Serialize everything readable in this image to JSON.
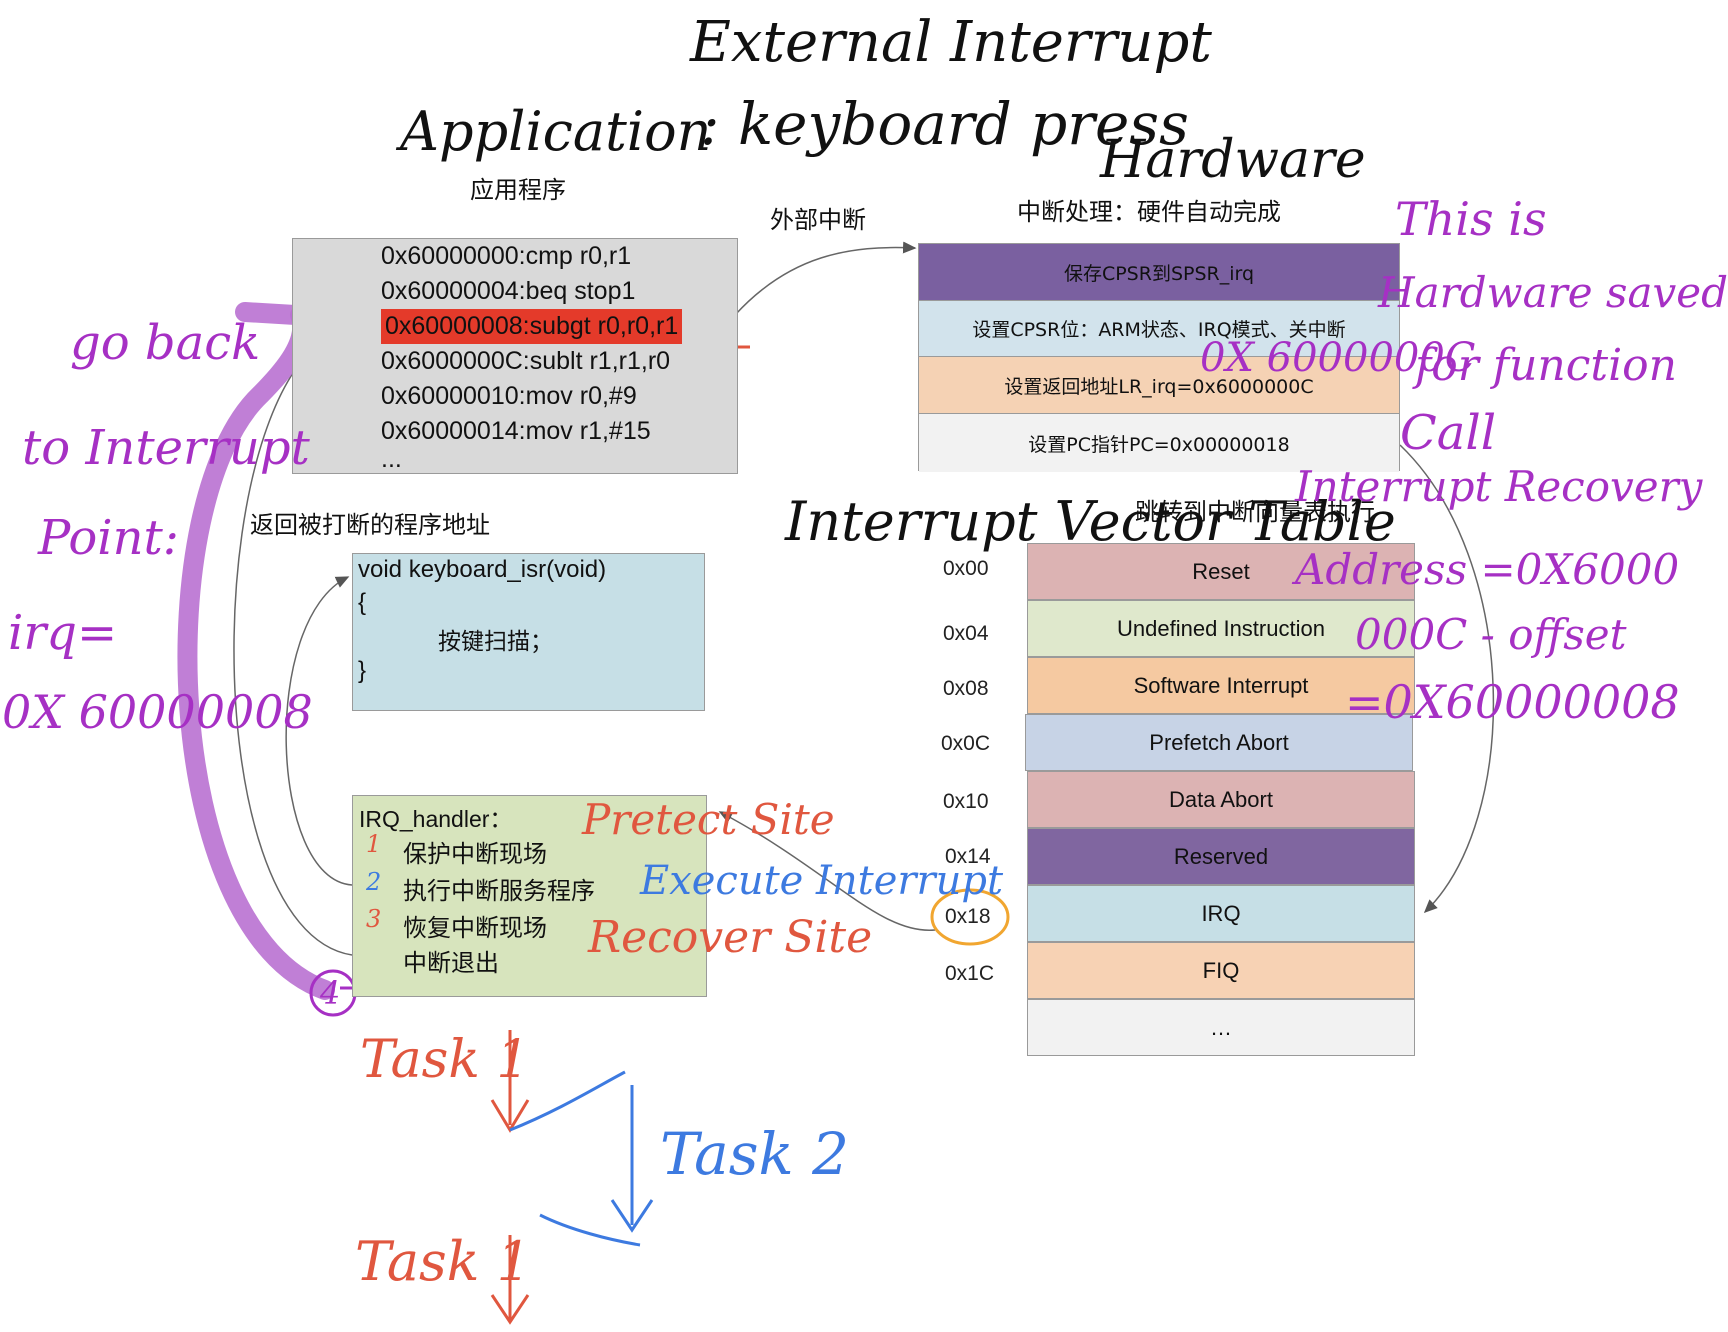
{
  "titles": {
    "external_interrupt": "External Interrupt",
    "keyboard_press": ": keyboard press",
    "application": "Application",
    "hardware": "Hardware",
    "interrupt_vector_table": "Interrupt Vector Table"
  },
  "labels": {
    "app_cn": "应用程序",
    "external_cn": "外部中断",
    "hw_cn": "中断处理：硬件自动完成",
    "return_cn": "返回被打断的程序地址",
    "jump_cn": "跳转到中断向量表执行"
  },
  "app_code": [
    "0x60000000:cmp r0,r1",
    "0x60000004:beq stop1",
    "0x60000008:subgt r0,r0,r1",
    "0x6000000C:sublt r1,r1,r0",
    "0x60000010:mov r0,#9",
    "0x60000014:mov r1,#15",
    "..."
  ],
  "hw_steps": [
    "保存CPSR到SPSR_irq",
    "设置CPSR位：ARM状态、IRQ模式、关中断",
    "设置返回地址LR_irq=0x6000000C",
    "设置PC指针PC=0x00000018"
  ],
  "isr": {
    "line1": "void  keyboard_isr(void)",
    "line2": "{",
    "line3": "按键扫描；",
    "line4": "}"
  },
  "irq_handler": {
    "title": "IRQ_handler：",
    "steps": [
      "保护中断现场",
      "执行中断服务程序",
      "恢复中断现场",
      "中断退出"
    ]
  },
  "vector_table": [
    {
      "addr": "0x00",
      "name": "Reset",
      "color": "#dcb3b3"
    },
    {
      "addr": "0x04",
      "name": "Undefined  Instruction",
      "color": "#dfe8cc"
    },
    {
      "addr": "0x08",
      "name": "Software  Interrupt",
      "color": "#f5c9a1"
    },
    {
      "addr": "0x0C",
      "name": "Prefetch Abort",
      "color": "#c7d3e6"
    },
    {
      "addr": "0x10",
      "name": "Data Abort",
      "color": "#dcb3b3"
    },
    {
      "addr": "0x14",
      "name": "Reserved",
      "color": "#8066a0"
    },
    {
      "addr": "0x18",
      "name": "IRQ",
      "color": "#c6dfe6"
    },
    {
      "addr": "0x1C",
      "name": "FIQ",
      "color": "#f7d2b4"
    },
    {
      "addr": "",
      "name": "…",
      "color": "#f2f2f2"
    }
  ],
  "annotations": {
    "go_back": [
      "go back",
      "to Interrupt",
      "Point:",
      "irq=",
      "0X 60000008"
    ],
    "hw_saved": [
      "This is",
      "Hardware saved",
      "for function",
      "Call"
    ],
    "recovery": [
      "Interrupt Recovery",
      "Address =0X6000",
      "000C - offset",
      "=0X60000008"
    ],
    "lr_value": "0X 6000000C",
    "protect": "Pretect Site",
    "execute": "Execute Interrupt",
    "recover": "Recover Site",
    "num1": "1",
    "num2": "2",
    "num3": "3",
    "num4": "4",
    "task1_top": "Task 1",
    "task2": "Task 2",
    "task1_bottom": "Task 1"
  },
  "colors": {
    "purple": "#a630c4",
    "red_ink": "#e0573f",
    "blue_ink": "#3d7ae0",
    "orange": "#f1a630",
    "highlight": "#e43a2a"
  }
}
